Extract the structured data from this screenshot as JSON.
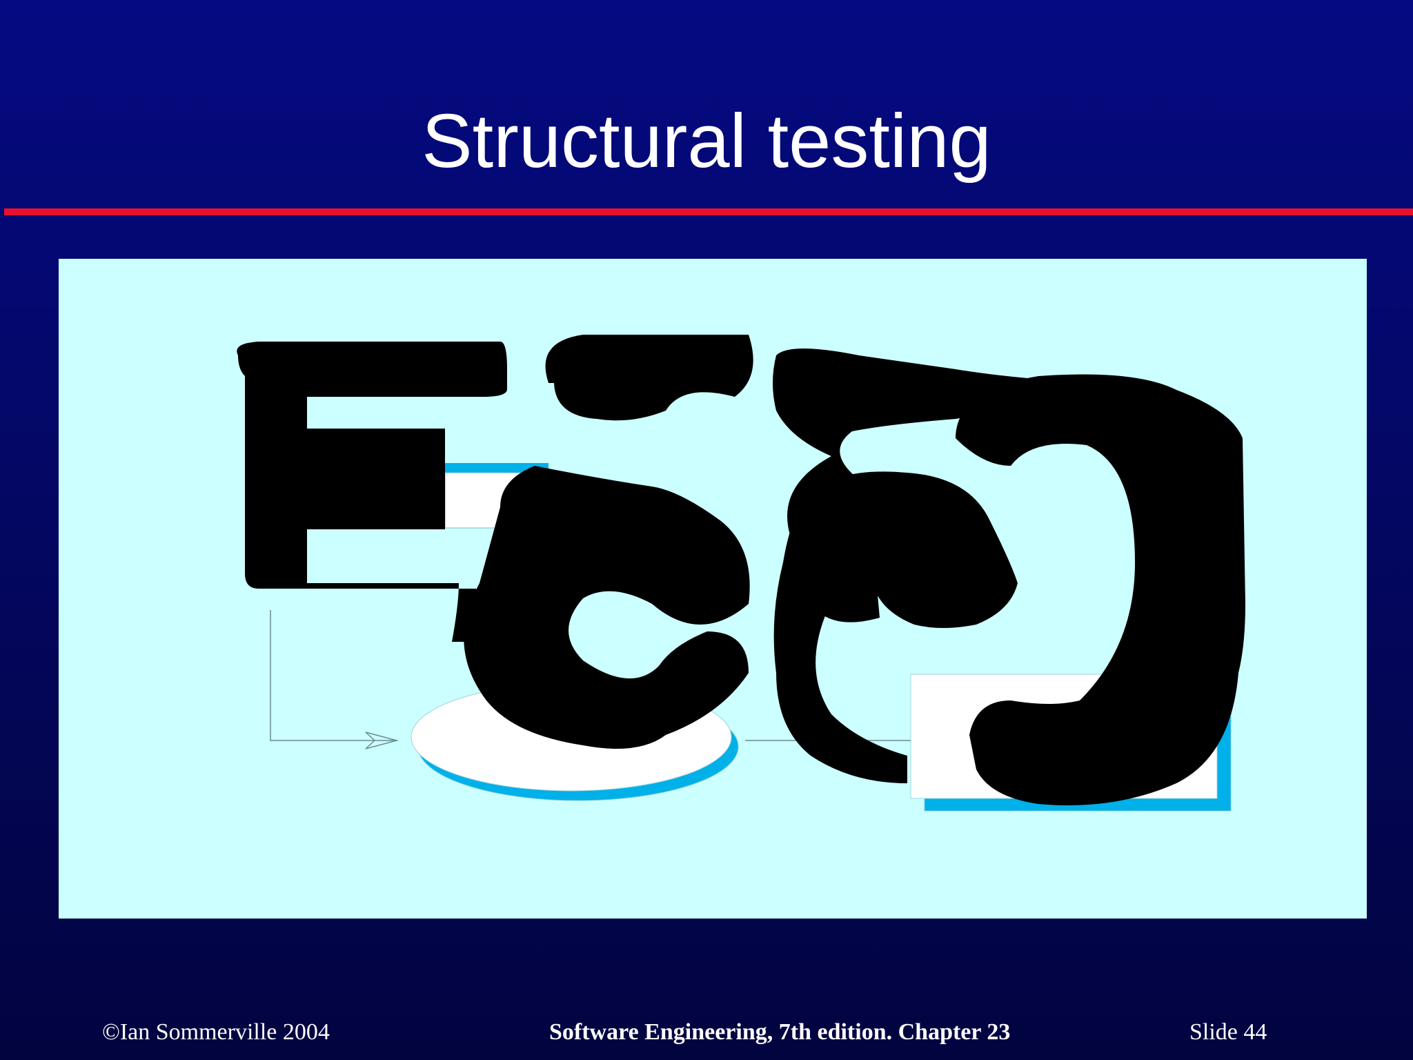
{
  "slide": {
    "title": "Structural testing"
  },
  "diagram": {
    "icons": [
      "test-data-box",
      "tests-box",
      "test-outputs-box",
      "component-code-box",
      "derives-box",
      "ellipse-shape",
      "output-box"
    ]
  },
  "footer": {
    "copyright": "©Ian Sommerville 2004",
    "book": "Software Engineering, 7th edition. Chapter 23",
    "slide_label": "Slide  44"
  },
  "colors": {
    "background": "#050a82",
    "title_rule": "#e8102e",
    "panel": "#ccffff",
    "shadow_blue": "#00b0e8",
    "text": "#ffffff"
  }
}
